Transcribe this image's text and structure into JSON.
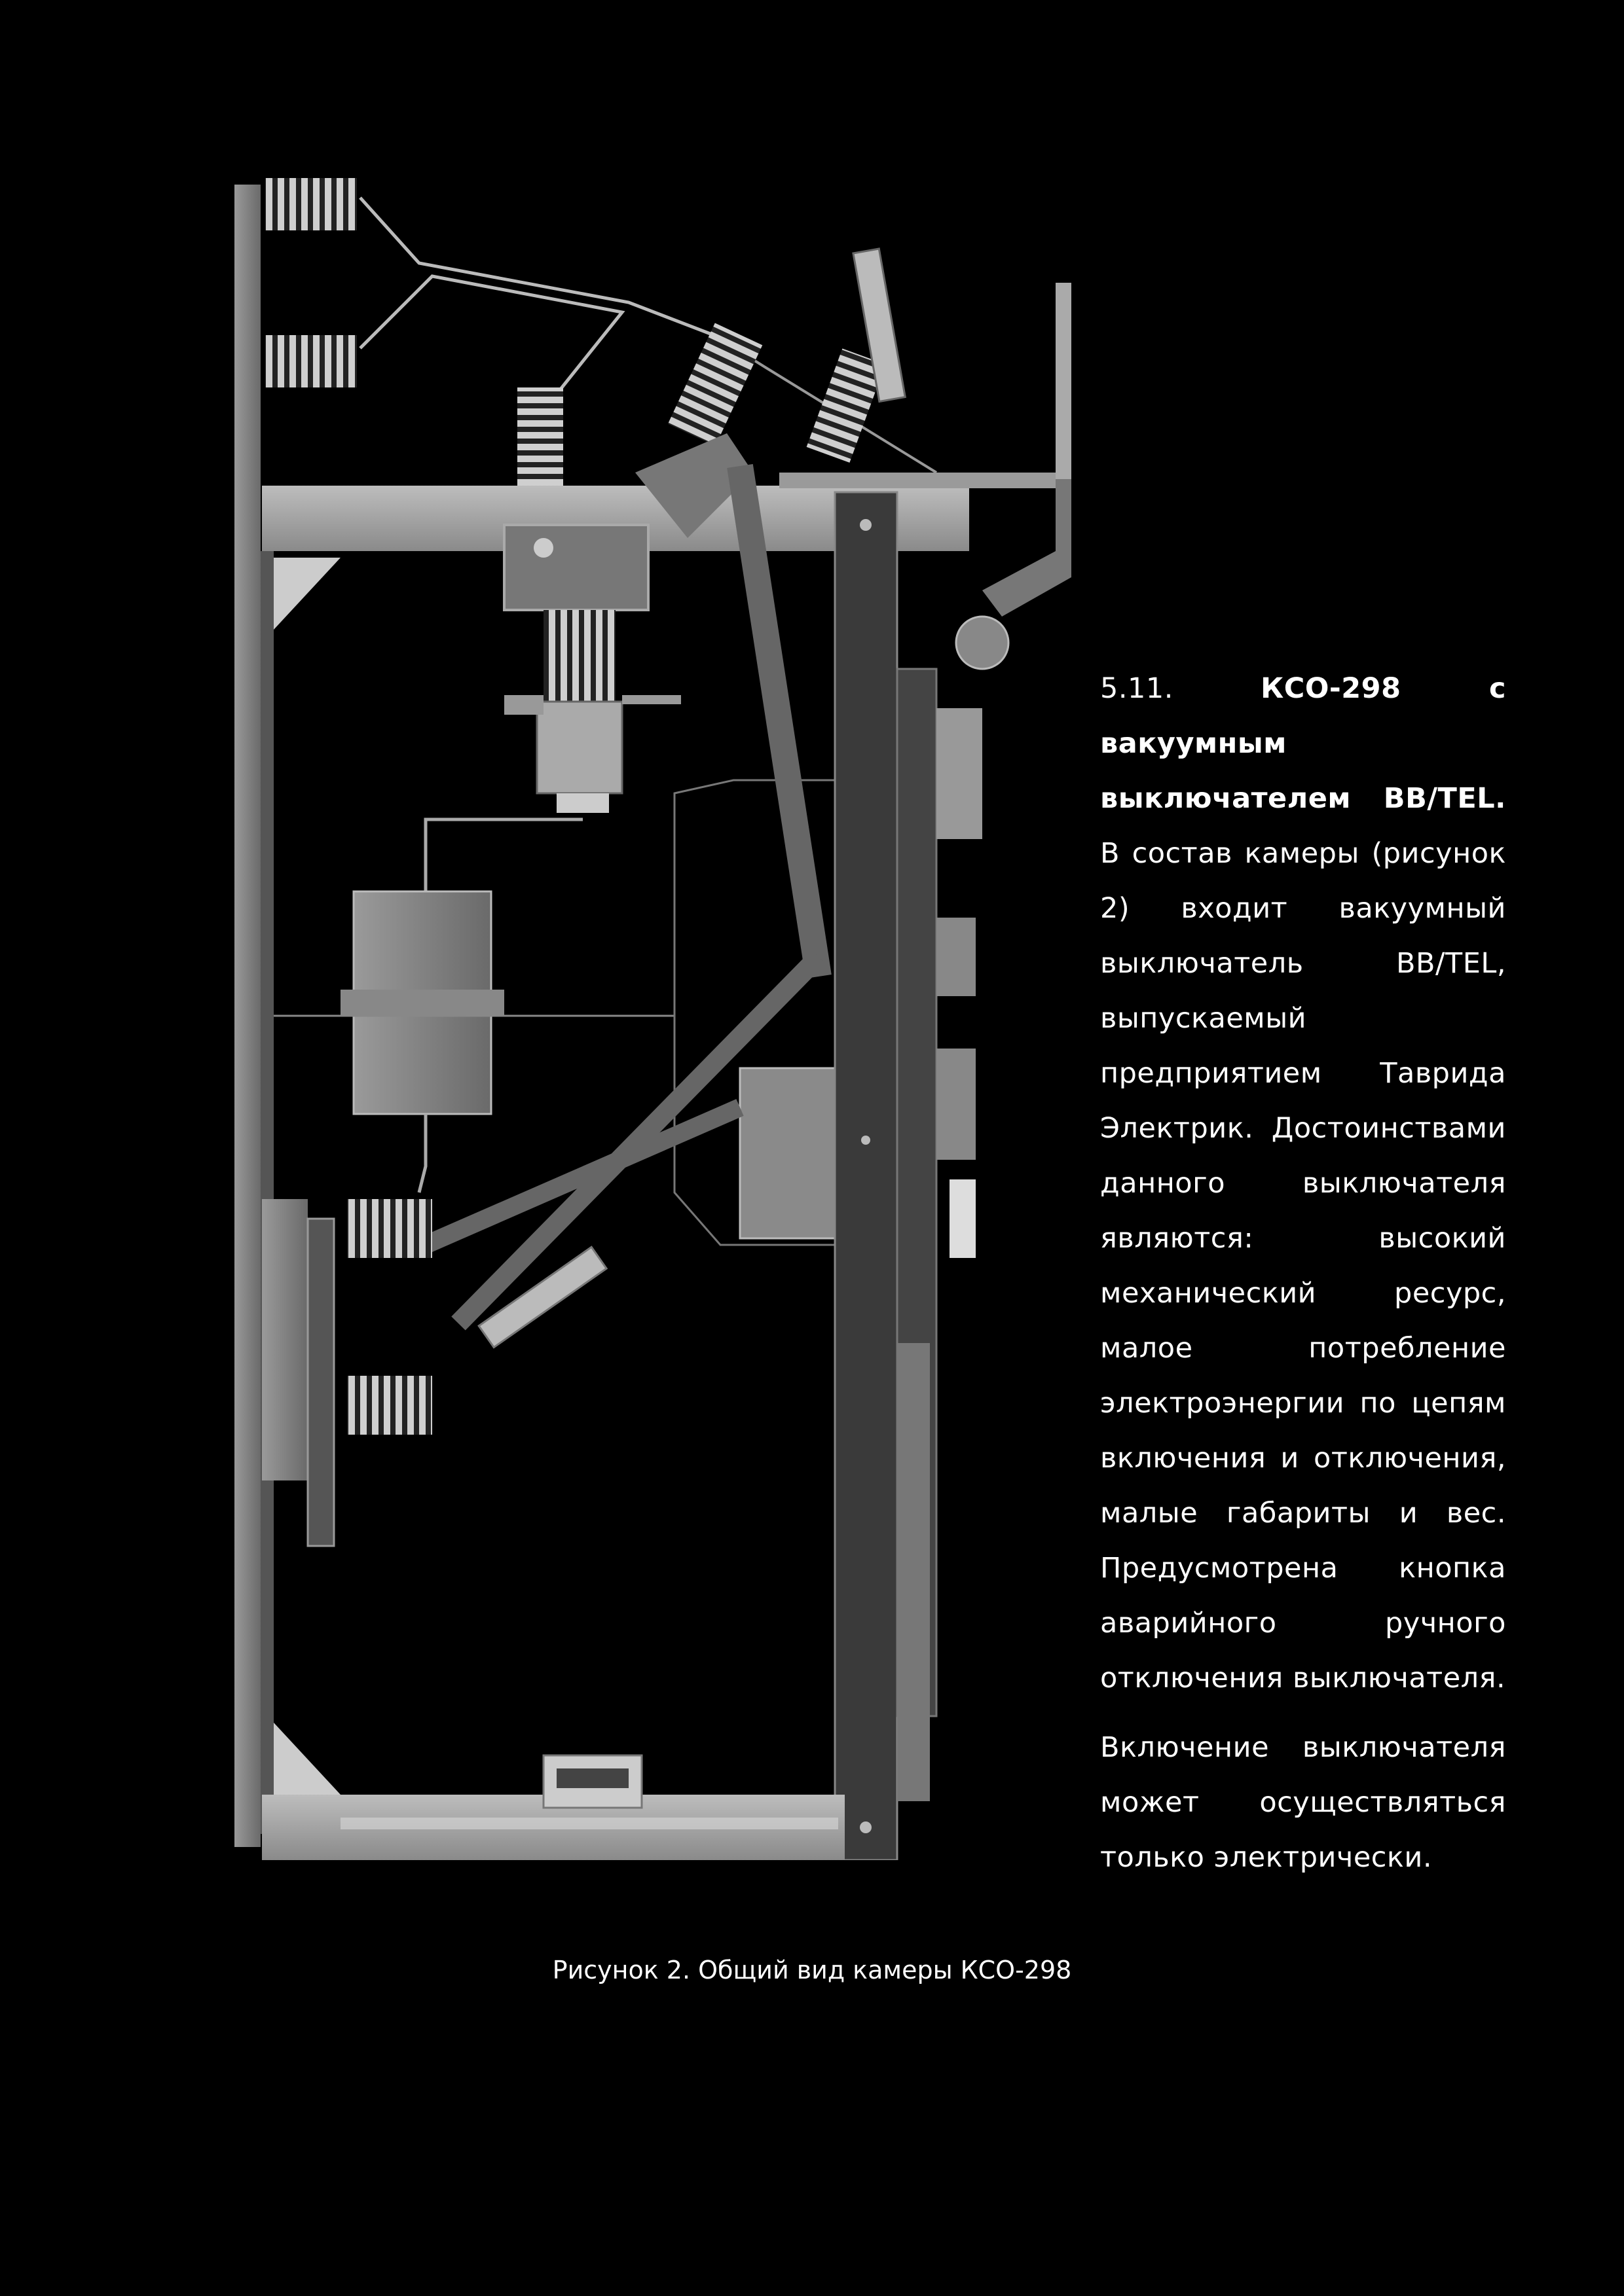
{
  "section": {
    "number": "5.11.",
    "heading": "КСО-298 с вакуумным выключателем BB/TEL.",
    "paragraph1": "В состав камеры (рисунок 2) входит вакуумный выключатель BB/TEL, выпускаемый предприятием Таврида Электрик. Достоинствами данного выключателя являются: высокий механический ресурс, малое потребление электроэнергии по цепям включения и отключения, малые габариты и вес. Предусмотрена кнопка аварийного ручного отключения выключателя.",
    "paragraph2": "Включение выключателя может осуществляться только электрически."
  },
  "figure": {
    "caption": "Рисунок 2. Общий вид камеры КСО-298"
  }
}
